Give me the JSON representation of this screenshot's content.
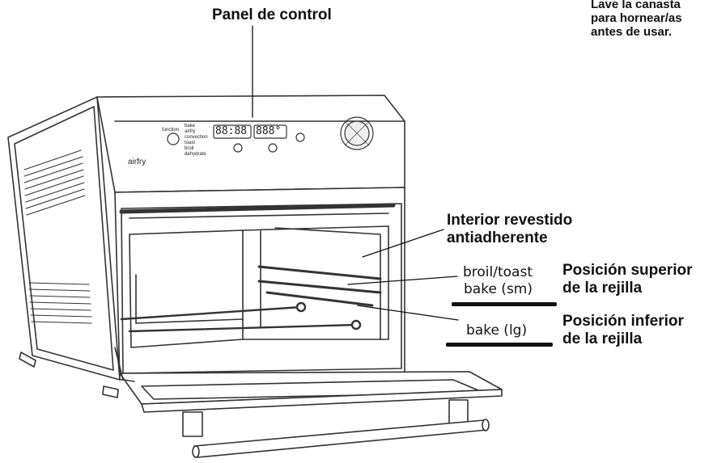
{
  "callouts": {
    "control_panel": "Panel de control",
    "wash_note": [
      "Lave la canasta",
      "para hornear/as",
      "antes de usar."
    ],
    "interior_lining": [
      "Interior revestido",
      "antiadherente"
    ],
    "upper_rack_modes": [
      "broil/toast",
      "bake (sm)"
    ],
    "upper_rack_position": [
      "Posición superior",
      "de la rejilla"
    ],
    "lower_rack_mode": "bake (lg)",
    "lower_rack_position": [
      "Posición inferior",
      "de la rejilla"
    ]
  },
  "panel": {
    "brand": "airfry",
    "function_button": "function",
    "mode_list": [
      "bake",
      "airfry",
      "convection",
      "toast",
      "broil",
      "dehydrate"
    ],
    "time_display": "88:88",
    "temp_display": "888°"
  },
  "colors": {
    "ink": "#111111",
    "line": "#333333",
    "surface": "#ffffff"
  }
}
